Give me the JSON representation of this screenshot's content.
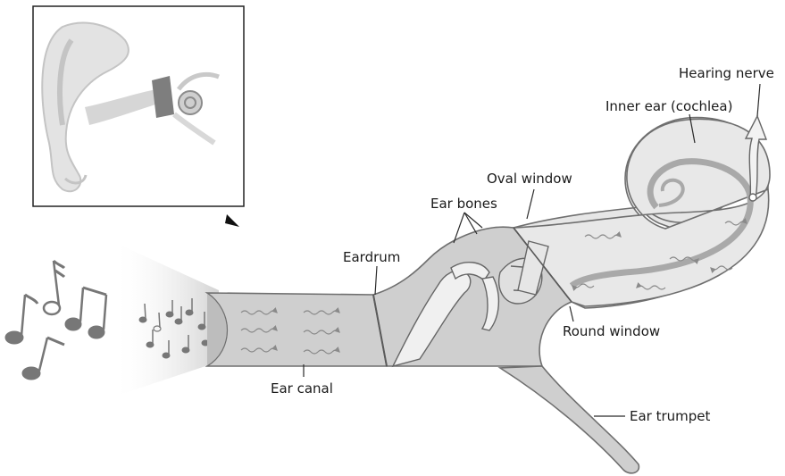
{
  "labels": {
    "hearing_nerve": "Hearing nerve",
    "inner_ear": "Inner ear (cochlea)",
    "oval_window": "Oval window",
    "ear_bones": "Ear bones",
    "eardrum": "Eardrum",
    "round_window": "Round window",
    "ear_canal": "Ear canal",
    "ear_trumpet": "Ear trumpet"
  },
  "colors": {
    "tube_fill": "#cfcfcf",
    "tube_stroke": "#6f6f6f",
    "cochlea_fill": "#e6e6e6",
    "cochlea_band": "#a9a9a9",
    "note_color": "#777777",
    "text": "#1a1a1a"
  },
  "icons": [
    "music-note-icon",
    "wave-arrow-icon",
    "pointer-arrow-icon"
  ]
}
